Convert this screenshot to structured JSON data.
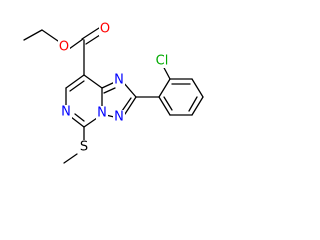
{
  "structure": {
    "atoms": [
      {
        "id": "O_carbonyl",
        "label": "O",
        "color": "#ff0000"
      },
      {
        "id": "O_ester",
        "label": "O",
        "color": "#ff0000"
      },
      {
        "id": "N_pyrimidine",
        "label": "N",
        "color": "#0000ff"
      },
      {
        "id": "N_bridge",
        "label": "N",
        "color": "#0000ff"
      },
      {
        "id": "N_triazole_top",
        "label": "N",
        "color": "#0000ff"
      },
      {
        "id": "N_triazole_bottom",
        "label": "N",
        "color": "#0000ff"
      },
      {
        "id": "S_methylthio",
        "label": "S",
        "color": "#000000"
      },
      {
        "id": "Cl_aryl",
        "label": "Cl",
        "color": "#00aa00"
      }
    ]
  }
}
